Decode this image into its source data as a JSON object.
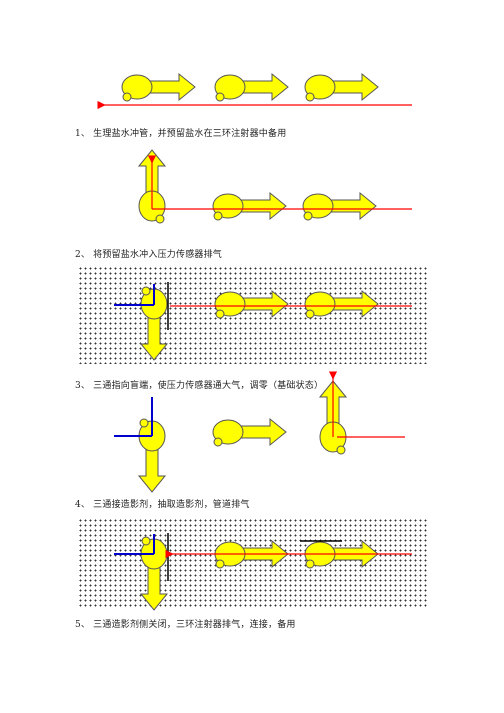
{
  "steps": [
    {
      "caption": "1、 生理盐水冲管，并预留盐水在三环注射器中备用"
    },
    {
      "caption": "2、 将预留盐水冲入压力传感器排气"
    },
    {
      "caption": "3、 三通指向盲端，使压力传感器通大气，调零（基础状态）"
    },
    {
      "caption": "4、 三通接造影剂，抽取造影剂，管道排气"
    },
    {
      "caption": "5、 三通造影剂侧关闭，三环注射器排气，连接，备用"
    }
  ],
  "colors": {
    "syringe_fill": "#ffff00",
    "outline": "#555555",
    "flow_line": "#ff0000",
    "stopcock_line": "#0000cc",
    "blocker": "#000000"
  }
}
